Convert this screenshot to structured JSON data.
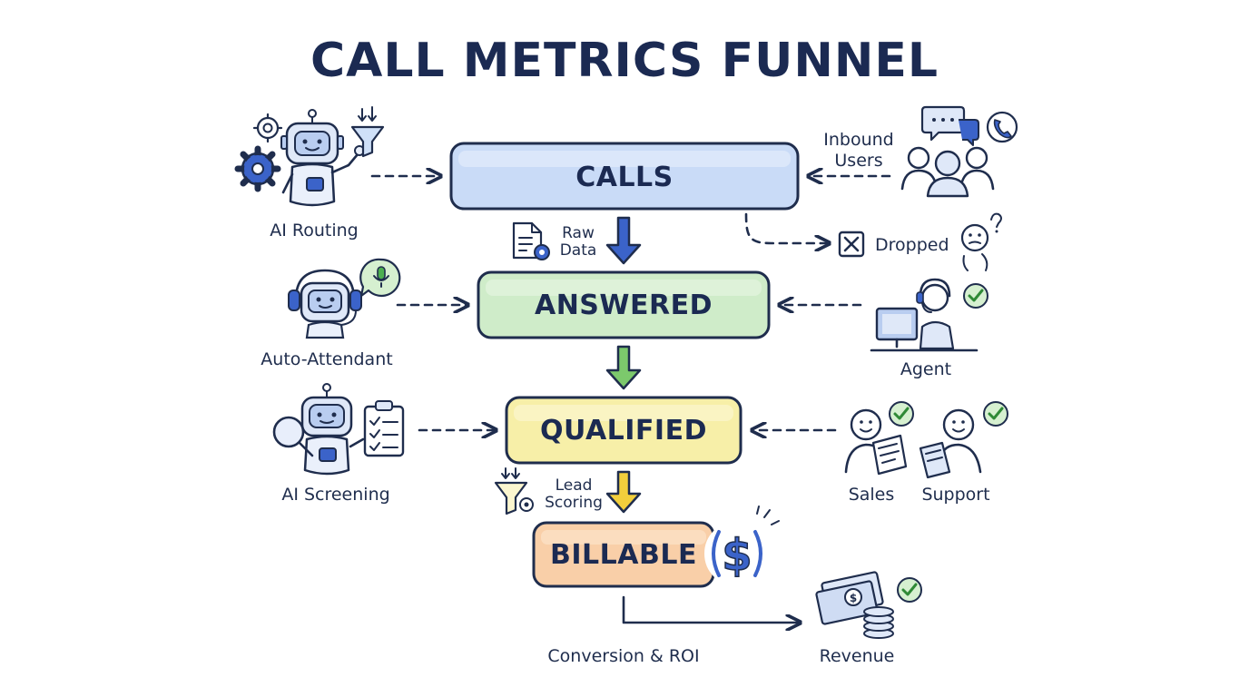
{
  "title": "CALL METRICS FUNNEL",
  "stages": [
    {
      "label": "CALLS",
      "color": "#c9dbf7",
      "border": "#3b63c9"
    },
    {
      "label": "ANSWERED",
      "color": "#cfecc9",
      "border": "#3f8a3a"
    },
    {
      "label": "QUALIFIED",
      "color": "#f7efa8",
      "border": "#c5a92a"
    },
    {
      "label": "BILLABLE",
      "color": "#f9cfa8",
      "border": "#d9722e"
    }
  ],
  "left_inputs": [
    "AI Routing",
    "Auto-Attendant",
    "AI Screening"
  ],
  "right_inputs": {
    "inbound_users": [
      "Inbound",
      "Users"
    ],
    "dropped": "Dropped",
    "agent": "Agent",
    "sales": "Sales",
    "support": "Support"
  },
  "between_labels": {
    "raw_data": [
      "Raw",
      "Data"
    ],
    "lead_scoring": [
      "Lead",
      "Scoring"
    ]
  },
  "bottom": {
    "conversion": "Conversion & ROI",
    "revenue": "Revenue"
  },
  "icons": {
    "robot_router": "robot-icon",
    "gear": "gear-icon",
    "funnel": "funnel-icon",
    "headset_robot": "headset-robot-icon",
    "mic_bubble": "microphone-icon",
    "screening_robot": "robot-icon",
    "magnifier": "magnifier-icon",
    "clipboard": "checklist-icon",
    "users": "users-icon",
    "chat": "chat-bubble-icon",
    "phone": "phone-icon",
    "dropped": "x-box-icon",
    "confused": "confused-person-icon",
    "agent": "agent-at-desk-icon",
    "check": "check-circle-icon",
    "document": "document-icon",
    "dollar": "dollar-icon",
    "money": "money-stack-icon"
  },
  "colors": {
    "ink": "#1f2d4d",
    "accent_blue": "#3b63c9",
    "check_green": "#4caf50"
  }
}
